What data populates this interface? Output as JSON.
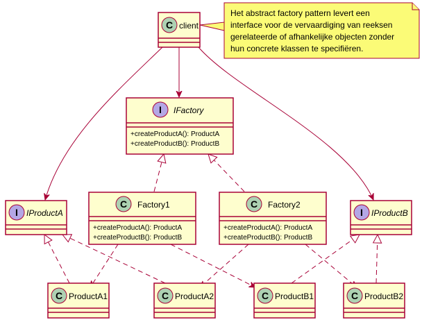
{
  "client": {
    "letter": "C",
    "name": "client"
  },
  "note": {
    "lines": [
      "Het abstract factory pattern levert een",
      "interface voor de vervaardiging van reeksen",
      "gerelateerde of afhankelijke objecten zonder",
      "hun concrete klassen te specifiëren."
    ]
  },
  "ifactory": {
    "letter": "I",
    "name": "IFactory",
    "methods": [
      "+createProductA(): ProductA",
      "+createProductB(): ProductB"
    ]
  },
  "factory1": {
    "letter": "C",
    "name": "Factory1",
    "methods": [
      "+createProductA(): ProductA",
      "+createProductB(): ProductB"
    ]
  },
  "factory2": {
    "letter": "C",
    "name": "Factory2",
    "methods": [
      "+createProductA(): ProductA",
      "+createProductB(): ProductB"
    ]
  },
  "iproducta": {
    "letter": "I",
    "name": "IProductA"
  },
  "iproductb": {
    "letter": "I",
    "name": "IProductB"
  },
  "producta1": {
    "letter": "C",
    "name": "ProductA1"
  },
  "producta2": {
    "letter": "C",
    "name": "ProductA2"
  },
  "productb1": {
    "letter": "C",
    "name": "ProductB1"
  },
  "productb2": {
    "letter": "C",
    "name": "ProductB2"
  },
  "colors": {
    "fill": "#FEFECE",
    "border": "#A80036",
    "class_circle": "#ADD1B2",
    "interface_circle": "#B4A7E5",
    "note_fill": "#FBFB77"
  }
}
